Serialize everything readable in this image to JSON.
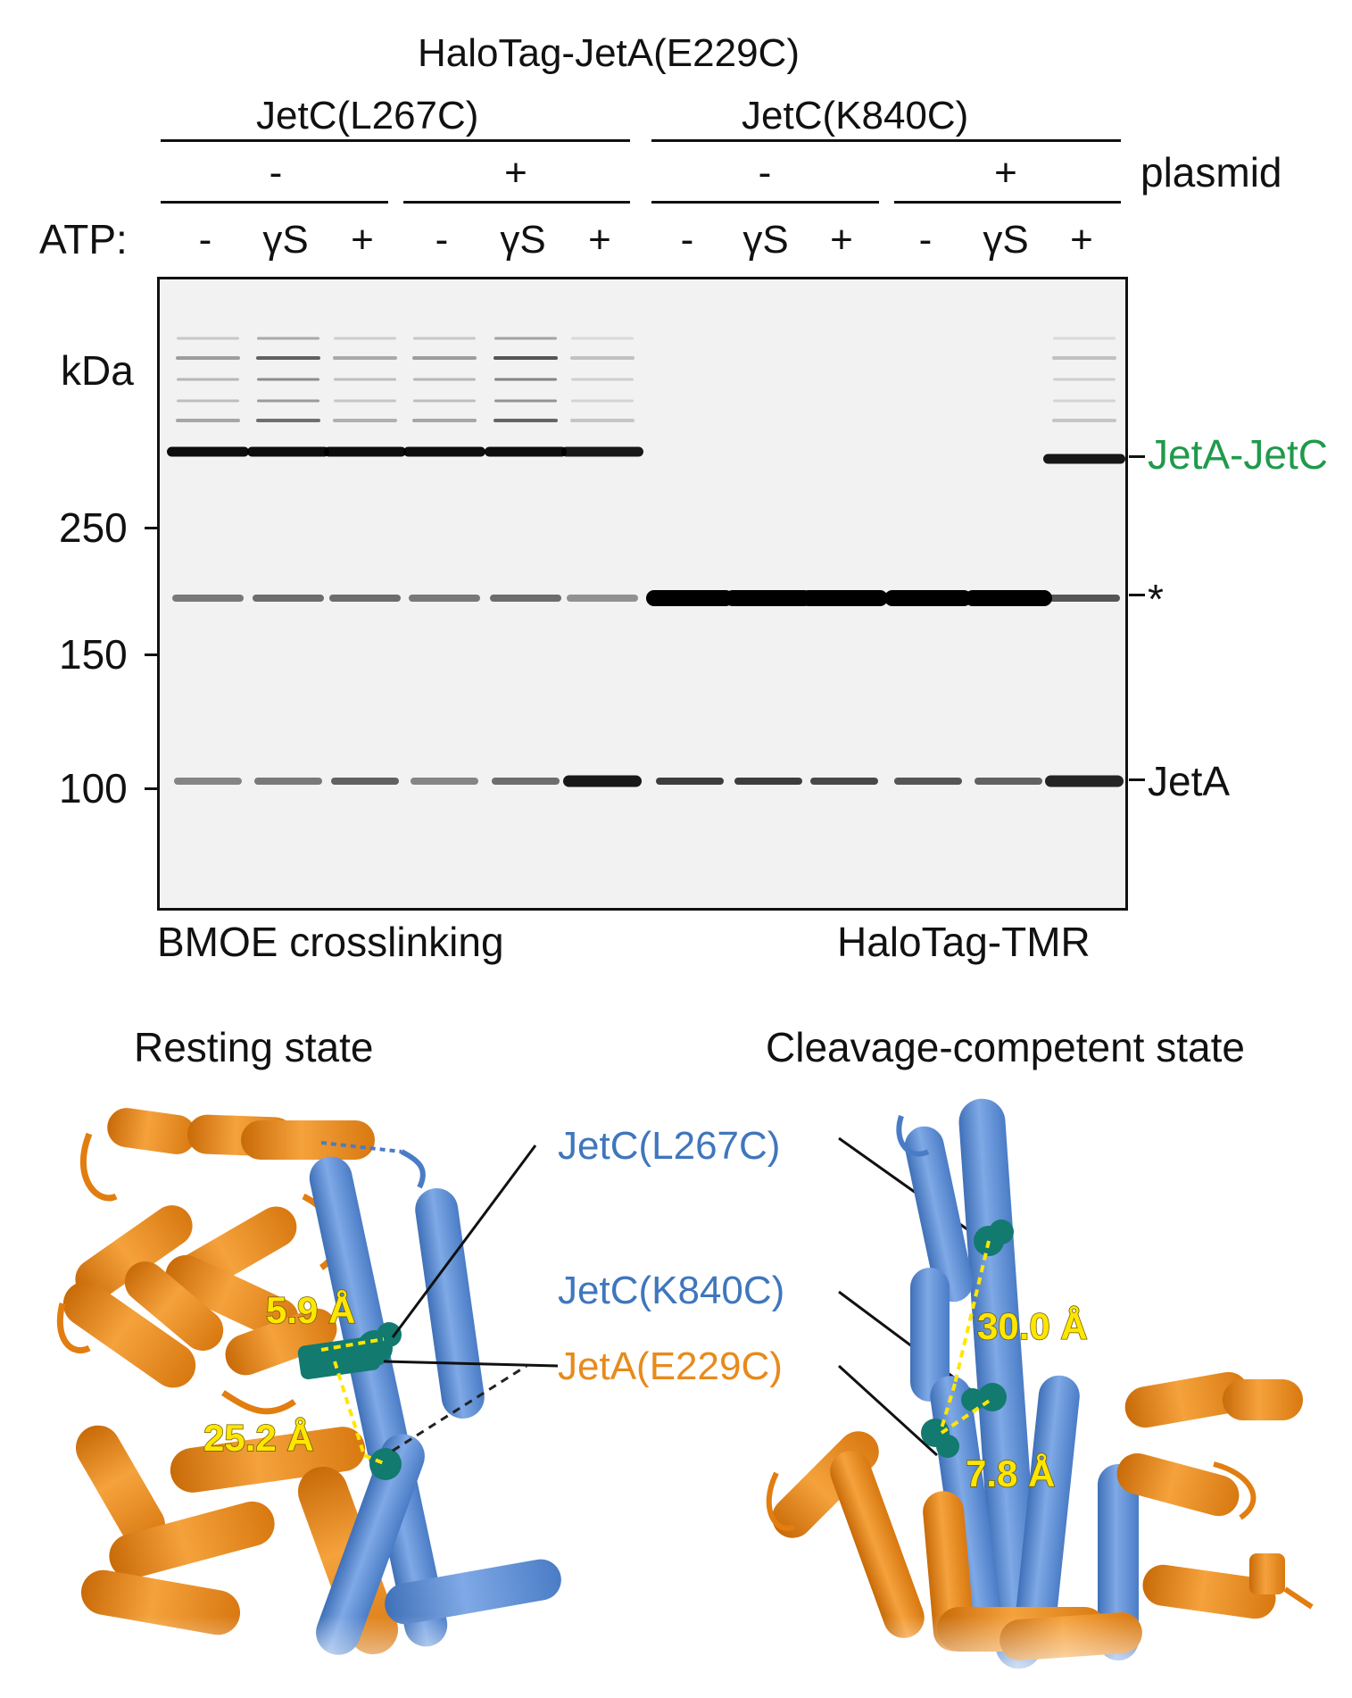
{
  "header": {
    "construct": "HaloTag-JetA(E229C)",
    "groups": [
      {
        "label": "JetC(L267C)",
        "plasmid": [
          "-",
          "+"
        ]
      },
      {
        "label": "JetC(K840C)",
        "plasmid": [
          "-",
          "+"
        ]
      }
    ],
    "plasmid_label": "plasmid",
    "atp_label": "ATP:",
    "atp_lanes": [
      "-",
      "γS",
      "+",
      "-",
      "γS",
      "+",
      "-",
      "γS",
      "+",
      "-",
      "γS",
      "+"
    ]
  },
  "gel": {
    "kda_label": "kDa",
    "markers": [
      {
        "label": "250",
        "kda": 250
      },
      {
        "label": "150",
        "kda": 150
      },
      {
        "label": "100",
        "kda": 100
      }
    ],
    "band_labels": {
      "crosslink": "JetA-JetC",
      "star": "*",
      "jeta": "JetA"
    },
    "bands": {
      "crosslink_intensity": [
        0.95,
        0.95,
        0.95,
        0.95,
        0.95,
        0.9,
        0,
        0,
        0,
        0,
        0,
        0.9
      ],
      "star_intensity": [
        0.5,
        0.55,
        0.55,
        0.5,
        0.55,
        0.4,
        1,
        1,
        1,
        1,
        1,
        0.65
      ],
      "jeta_intensity": [
        0.45,
        0.5,
        0.6,
        0.45,
        0.55,
        0.9,
        0.75,
        0.75,
        0.7,
        0.65,
        0.6,
        0.85
      ],
      "upper_ladder_intensity": [
        0.35,
        0.6,
        0.3,
        0.35,
        0.65,
        0.2,
        0,
        0,
        0,
        0,
        0,
        0.2
      ]
    },
    "footer_left": "BMOE crosslinking",
    "footer_right": "HaloTag-TMR"
  },
  "structures": {
    "left_title": "Resting state",
    "right_title": "Cleavage-competent state",
    "labels": {
      "l267c": "JetC(L267C)",
      "k840c": "JetC(K840C)",
      "e229c": "JetA(E229C)"
    },
    "distances": {
      "resting_l267c": "5.9 Å",
      "resting_k840c": "25.2 Å",
      "competent_l267c": "30.0 Å",
      "competent_k840c": "7.8 Å"
    },
    "colors": {
      "jeta": "#f08c1a",
      "jetc": "#5b8ed6",
      "cys": "#127a6e",
      "distance": "#ffe600"
    }
  }
}
